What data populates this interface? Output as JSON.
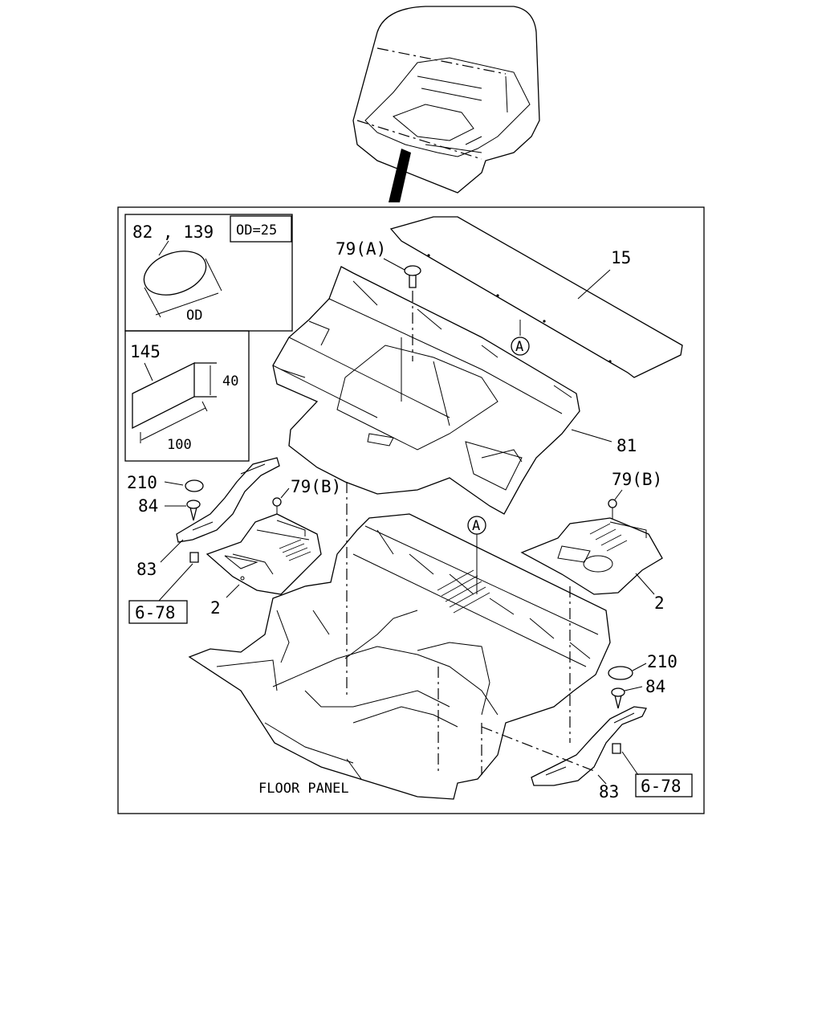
{
  "labels": {
    "insert_82_139": "82 , 139",
    "insert_od_value": "OD=25",
    "insert_od_dim": "OD",
    "insert_145": "145",
    "insert_dim_40": "40",
    "insert_dim_100": "100",
    "p15": "15",
    "p79a": "79(A)",
    "p81": "81",
    "p79b_left": "79(B)",
    "p79b_right": "79(B)",
    "p210_left": "210",
    "p210_right": "210",
    "p84_left": "84",
    "p84_right": "84",
    "p83_left": "83",
    "p83_right": "83",
    "p2_left": "2",
    "p2_right": "2",
    "ref_678_left": "6-78",
    "ref_678_right": "6-78",
    "circle_a_top": "A",
    "circle_a_mid": "A",
    "floor_panel": "FLOOR PANEL"
  }
}
